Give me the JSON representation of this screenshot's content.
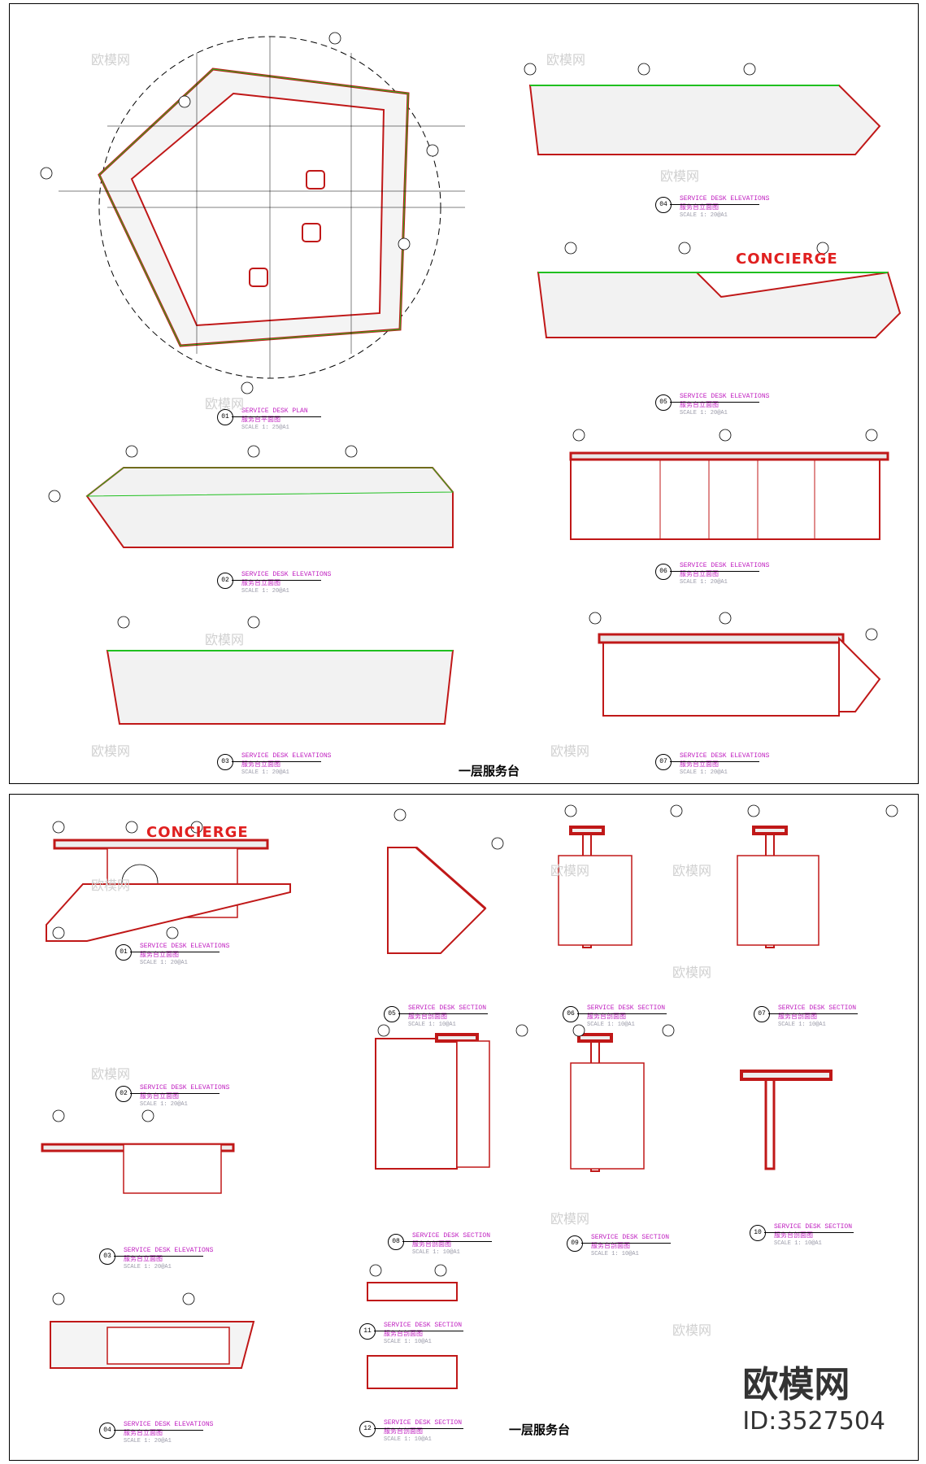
{
  "sheets": [
    {
      "title": "一层服务台"
    },
    {
      "title": "一层服务台"
    }
  ],
  "concierge_text": "CONCIERGE",
  "views_top": [
    {
      "num": "01",
      "en": "SERVICE DESK PLAN",
      "cn": "服务台平面图",
      "scale": "SCALE 1: 25@A1"
    },
    {
      "num": "02",
      "en": "SERVICE DESK ELEVATIONS",
      "cn": "服务台立面图",
      "scale": "SCALE 1: 20@A1"
    },
    {
      "num": "03",
      "en": "SERVICE DESK ELEVATIONS",
      "cn": "服务台立面图",
      "scale": "SCALE 1: 20@A1"
    },
    {
      "num": "04",
      "en": "SERVICE DESK ELEVATIONS",
      "cn": "服务台立面图",
      "scale": "SCALE 1: 20@A1"
    },
    {
      "num": "05",
      "en": "SERVICE DESK ELEVATIONS",
      "cn": "服务台立面图",
      "scale": "SCALE 1: 20@A1"
    },
    {
      "num": "06",
      "en": "SERVICE DESK ELEVATIONS",
      "cn": "服务台立面图",
      "scale": "SCALE 1: 20@A1"
    },
    {
      "num": "07",
      "en": "SERVICE DESK ELEVATIONS",
      "cn": "服务台立面图",
      "scale": "SCALE 1: 20@A1"
    }
  ],
  "views_bottom": [
    {
      "num": "01",
      "en": "SERVICE DESK ELEVATIONS",
      "cn": "服务台立面图",
      "scale": "SCALE 1: 20@A1"
    },
    {
      "num": "02",
      "en": "SERVICE DESK ELEVATIONS",
      "cn": "服务台立面图",
      "scale": "SCALE 1: 20@A1"
    },
    {
      "num": "03",
      "en": "SERVICE DESK ELEVATIONS",
      "cn": "服务台立面图",
      "scale": "SCALE 1: 20@A1"
    },
    {
      "num": "04",
      "en": "SERVICE DESK ELEVATIONS",
      "cn": "服务台立面图",
      "scale": "SCALE 1: 20@A1"
    },
    {
      "num": "05",
      "en": "SERVICE DESK SECTION",
      "cn": "服务台剖面图",
      "scale": "SCALE 1: 10@A1"
    },
    {
      "num": "06",
      "en": "SERVICE DESK SECTION",
      "cn": "服务台剖面图",
      "scale": "SCALE 1: 10@A1"
    },
    {
      "num": "07",
      "en": "SERVICE DESK SECTION",
      "cn": "服务台剖面图",
      "scale": "SCALE 1: 10@A1"
    },
    {
      "num": "08",
      "en": "SERVICE DESK SECTION",
      "cn": "服务台剖面图",
      "scale": "SCALE 1: 10@A1"
    },
    {
      "num": "09",
      "en": "SERVICE DESK SECTION",
      "cn": "服务台剖面图",
      "scale": "SCALE 1: 10@A1"
    },
    {
      "num": "10",
      "en": "SERVICE DESK SECTION",
      "cn": "服务台剖面图",
      "scale": "SCALE 1: 10@A1"
    },
    {
      "num": "11",
      "en": "SERVICE DESK SECTION",
      "cn": "服务台剖面图",
      "scale": "SCALE 1: 10@A1"
    },
    {
      "num": "12",
      "en": "SERVICE DESK SECTION",
      "cn": "服务台剖面图",
      "scale": "SCALE 1: 10@A1"
    }
  ],
  "watermark": "欧模网",
  "watermark_url": "www.om.cn",
  "brand": {
    "name": "欧模网",
    "id": "ID:3527504"
  },
  "colors": {
    "line_red": "#c01818",
    "line_green": "#20c020",
    "text_magenta": "#c020c0",
    "dim_black": "#000000"
  }
}
